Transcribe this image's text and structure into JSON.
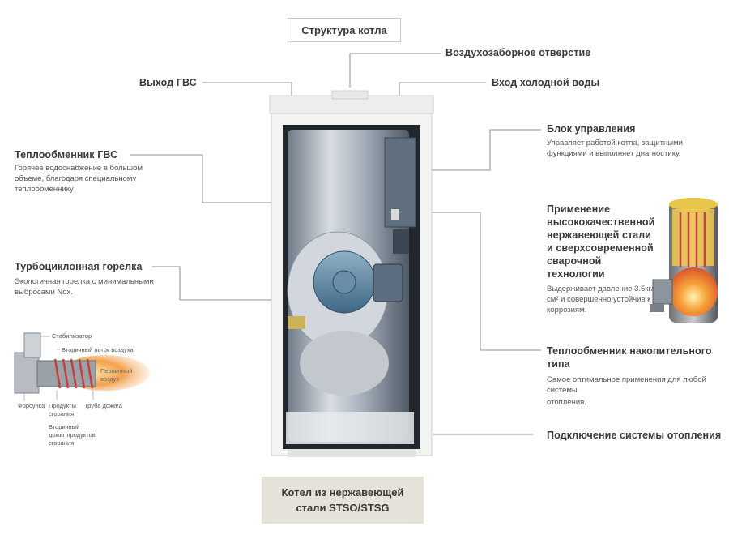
{
  "title": "Структура котла",
  "caption": {
    "line1": "Котел из нержавеющей",
    "line2": "стали STSO/STSG"
  },
  "labels": {
    "air_intake": "Воздухозаборное отверстие",
    "hot_water_out": "Выход ГВС",
    "cold_water_in": "Вход холодной воды",
    "control_unit": {
      "title": "Блок управления",
      "desc1": "Управляет работой котла, защитными",
      "desc2": "функциями и выполняет диагностику."
    },
    "dhw_exchanger": {
      "title": "Теплообменник ГВС",
      "desc1": "Горячее водоснабжение в большом",
      "desc2": "объеме, благодаря специальному",
      "desc3": "теплообменнику"
    },
    "stainless": {
      "title1": "Применение",
      "title2": "высококачественной",
      "title3": "нержавеющей стали",
      "title4": "и сверхсовременной",
      "title5": "сварочной технологии",
      "desc1": "Выдерживает давление 3.5кг/",
      "desc2": "см² и совершенно устойчив к",
      "desc3": "коррозиям."
    },
    "burner": {
      "title": "Турбоциклонная горелка",
      "desc1": "Экологичная горелка с минимальными",
      "desc2": "выбросами Nox."
    },
    "storage_exchanger": {
      "title1": "Теплообменник накопительного",
      "title2": "типа",
      "desc1": "Самое оптимальное применения для любой системы",
      "desc2": "отопления."
    },
    "heating_connection": "Подключение системы отопления"
  },
  "burner_diagram": {
    "stabilizer": "Стабилизатор",
    "secondary_air": "Вторичный поток воздуха",
    "primary_air1": "Первичный",
    "primary_air2": "воздух",
    "nozzle": "Форсунка",
    "combustion1": "Продукты",
    "combustion2": "сгорания",
    "afterburn_tube": "Труба дожига",
    "secondary1": "Вторичный",
    "secondary2": "дожиг продуктов",
    "secondary3": "сгорания"
  },
  "colors": {
    "line": "#707070",
    "caption_bg": "#e5e2da",
    "boiler_body": "#f3f3f1",
    "flame": "#f08a2c"
  }
}
